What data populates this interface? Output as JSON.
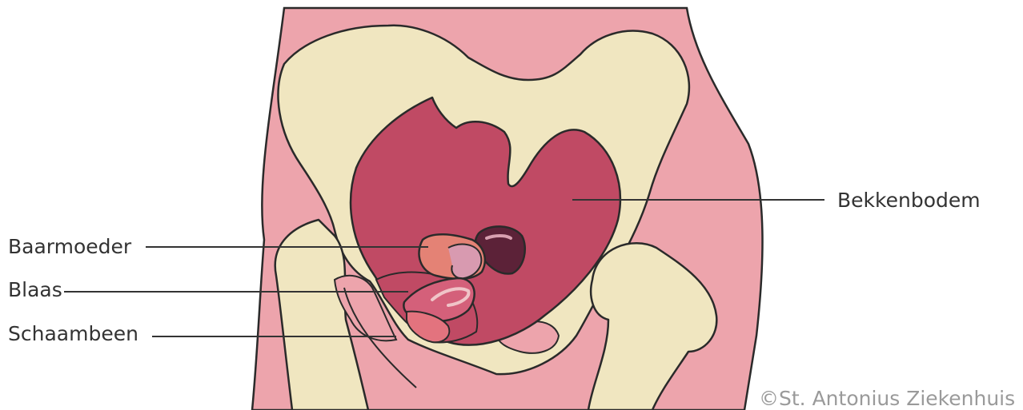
{
  "labels": {
    "baarmoeder": "Baarmoeder",
    "blaas": "Blaas",
    "schaambeen": "Schaambeen",
    "bekkenbodem": "Bekkenbodem"
  },
  "credit": "©St. Antonius Ziekenhuis",
  "colors": {
    "skin": "#eda4ac",
    "bone": "#f0e6c0",
    "pelvic_floor": "#c04a64",
    "uterus": "#e48275",
    "bladder": "#d4607a",
    "rectum": "#5c2238",
    "pubic_bone_accent": "#e3737e",
    "outline": "#2a2a2a",
    "leader_line": "#333333"
  }
}
